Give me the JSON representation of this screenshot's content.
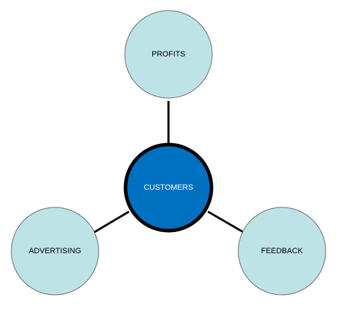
{
  "diagram": {
    "center": {
      "label": "CUSTOMERS"
    },
    "nodes": {
      "top": {
        "label": "PROFITS"
      },
      "left": {
        "label": "ADVERTISING"
      },
      "right": {
        "label": "FEEDBACK"
      }
    }
  },
  "colors": {
    "center_fill": "#0070C0",
    "center_stroke": "#000000",
    "center_text": "#ffffff",
    "node_fill": "#BDE3E7",
    "node_stroke": "#6b6b6b",
    "node_text": "#000000",
    "connector": "#000000"
  }
}
